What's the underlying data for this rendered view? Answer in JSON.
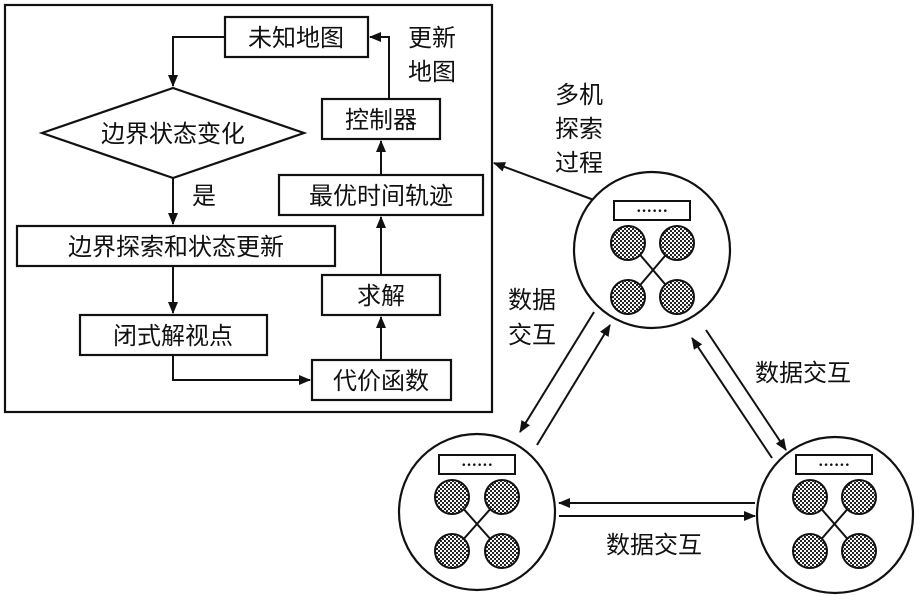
{
  "flowchart": {
    "unknown_map": "未知地图",
    "frontier_change": "边界状态变化",
    "yes": "是",
    "frontier_update": "边界探索和状态更新",
    "closed_viewpoint": "闭式解视点",
    "cost_function": "代价函数",
    "solve": "求解",
    "optimal_trajectory": "最优时间轨迹",
    "controller": "控制器",
    "update_map_1": "更新",
    "update_map_2": "地图"
  },
  "multi_robot": {
    "explore_1": "多机",
    "explore_2": "探索",
    "explore_3": "过程",
    "data_exchange_left_1": "数据",
    "data_exchange_left_2": "交互",
    "data_exchange_right": "数据交互",
    "data_exchange_bottom": "数据交互",
    "panel_dots": "••••••"
  },
  "colors": {
    "stroke": "#111111",
    "background": "#ffffff"
  }
}
